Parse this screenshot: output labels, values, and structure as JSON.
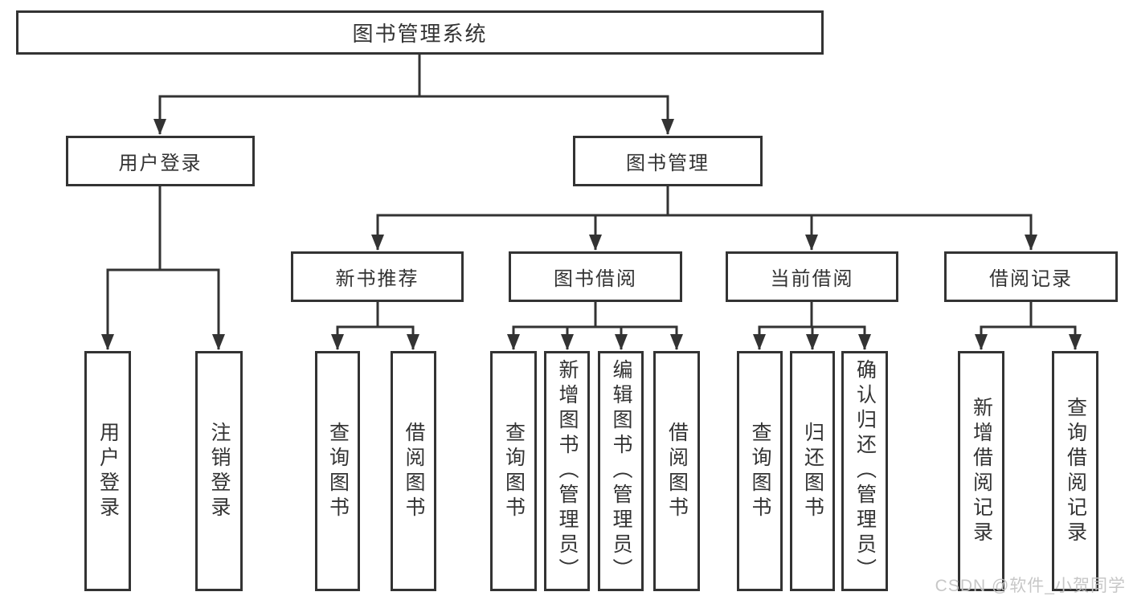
{
  "page": {
    "background": "#ffffff",
    "watermark": {
      "text": "CSDN @软件_小贺同学",
      "color": "#c4c4c4"
    }
  },
  "colors": {
    "line": "#333333",
    "box_border": "#333333",
    "text": "#333333"
  },
  "tree": {
    "root": {
      "label": "图书管理系统"
    },
    "branches": [
      {
        "label": "用户登录",
        "leaves": [
          {
            "label": "用户登录"
          },
          {
            "label": "注销登录"
          }
        ]
      },
      {
        "label": "图书管理",
        "groups": [
          {
            "label": "新书推荐",
            "leaves": [
              {
                "label": "查询图书"
              },
              {
                "label": "借阅图书"
              }
            ]
          },
          {
            "label": "图书借阅",
            "leaves": [
              {
                "label": "查询图书"
              },
              {
                "label": "新增图书（管理员）"
              },
              {
                "label": "编辑图书（管理员）"
              },
              {
                "label": "借阅图书"
              }
            ]
          },
          {
            "label": "当前借阅",
            "leaves": [
              {
                "label": "查询图书"
              },
              {
                "label": "归还图书"
              },
              {
                "label": "确认归还（管理员）"
              }
            ]
          },
          {
            "label": "借阅记录",
            "leaves": [
              {
                "label": "新增借阅记录"
              },
              {
                "label": "查询借阅记录"
              }
            ]
          }
        ]
      }
    ]
  }
}
